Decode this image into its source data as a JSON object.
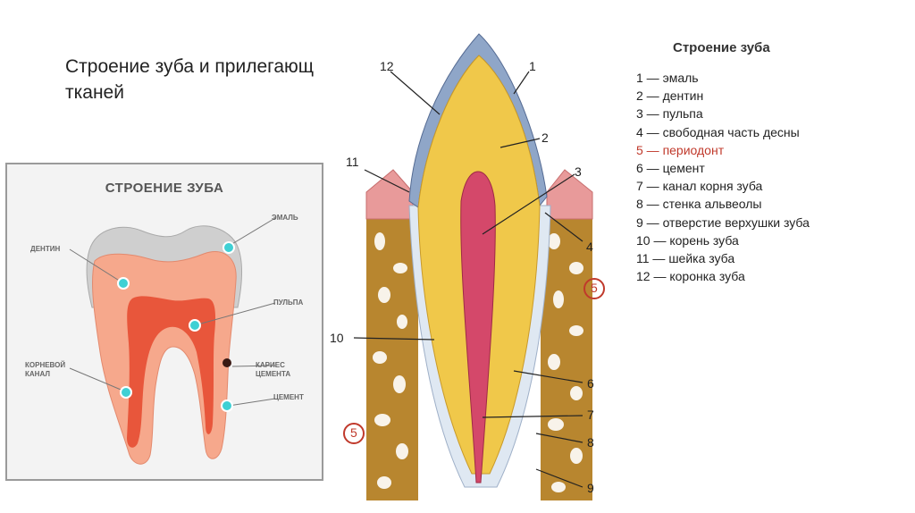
{
  "slide": {
    "title_line1": "Строение зуба и прилегающ",
    "title_line2": "тканей"
  },
  "card": {
    "title": "СТРОЕНИЕ ЗУБА",
    "labels": {
      "enamel": "ЭМАЛЬ",
      "dentin": "ДЕНТИН",
      "pulp": "ПУЛЬПА",
      "root_canal_1": "КОРНЕВОЙ",
      "root_canal_2": "КАНАЛ",
      "caries": "КАРИЕС ЦЕМЕНТА",
      "cement": "ЦЕМЕНТ"
    },
    "colors": {
      "enamel": "#c9c9c9",
      "dentin": "#f4a58a",
      "pulp": "#e8553a",
      "marker": "#3fd0d4"
    }
  },
  "diagram": {
    "numbers": [
      "1",
      "2",
      "3",
      "4",
      "5",
      "6",
      "7",
      "8",
      "9",
      "10",
      "11",
      "12",
      "5"
    ],
    "colors": {
      "bone": "#b8862f",
      "dentin": "#f0c84a",
      "pulp": "#d4486a",
      "gum": "#e89a9a",
      "enamel": "#8fa6c8",
      "highlight": "#c0392b"
    }
  },
  "legend": {
    "title": "Строение зуба",
    "items": [
      "1 — эмаль",
      "2 — дентин",
      "3 — пульпа",
      "4 — свободная часть десны",
      "5 — периодонт",
      "6 — цемент",
      "7 — канал корня зуба",
      "8 — стенка альвеолы",
      "9 — отверстие верхушки зуба",
      "10 — корень зуба",
      "11 — шейка зуба",
      "12 — коронка зуба"
    ],
    "highlight_index": 4
  }
}
